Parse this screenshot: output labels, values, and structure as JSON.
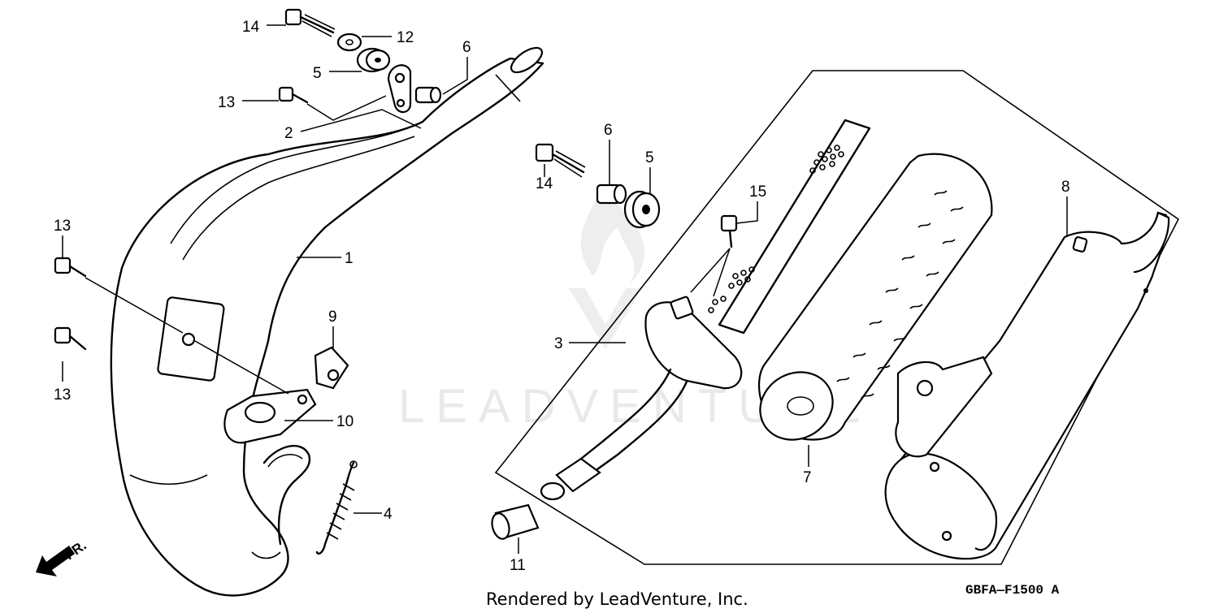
{
  "watermark": {
    "text": "LEADVENTURE"
  },
  "direction_label": "FR.",
  "diagram_code": "GBFA—F1500 A",
  "credit": "Rendered by LeadVenture, Inc.",
  "callouts": [
    {
      "id": "c14a",
      "label": "14"
    },
    {
      "id": "c12",
      "label": "12"
    },
    {
      "id": "c5a",
      "label": "5"
    },
    {
      "id": "c6a",
      "label": "6"
    },
    {
      "id": "c13a",
      "label": "13"
    },
    {
      "id": "c2",
      "label": "2"
    },
    {
      "id": "c1",
      "label": "1"
    },
    {
      "id": "c13b",
      "label": "13"
    },
    {
      "id": "c13c",
      "label": "13"
    },
    {
      "id": "c9",
      "label": "9"
    },
    {
      "id": "c10",
      "label": "10"
    },
    {
      "id": "c4",
      "label": "4"
    },
    {
      "id": "c6b",
      "label": "6"
    },
    {
      "id": "c5b",
      "label": "5"
    },
    {
      "id": "c14b",
      "label": "14"
    },
    {
      "id": "c15",
      "label": "15"
    },
    {
      "id": "c8",
      "label": "8"
    },
    {
      "id": "c3",
      "label": "3"
    },
    {
      "id": "c7",
      "label": "7"
    },
    {
      "id": "c11",
      "label": "11"
    }
  ]
}
